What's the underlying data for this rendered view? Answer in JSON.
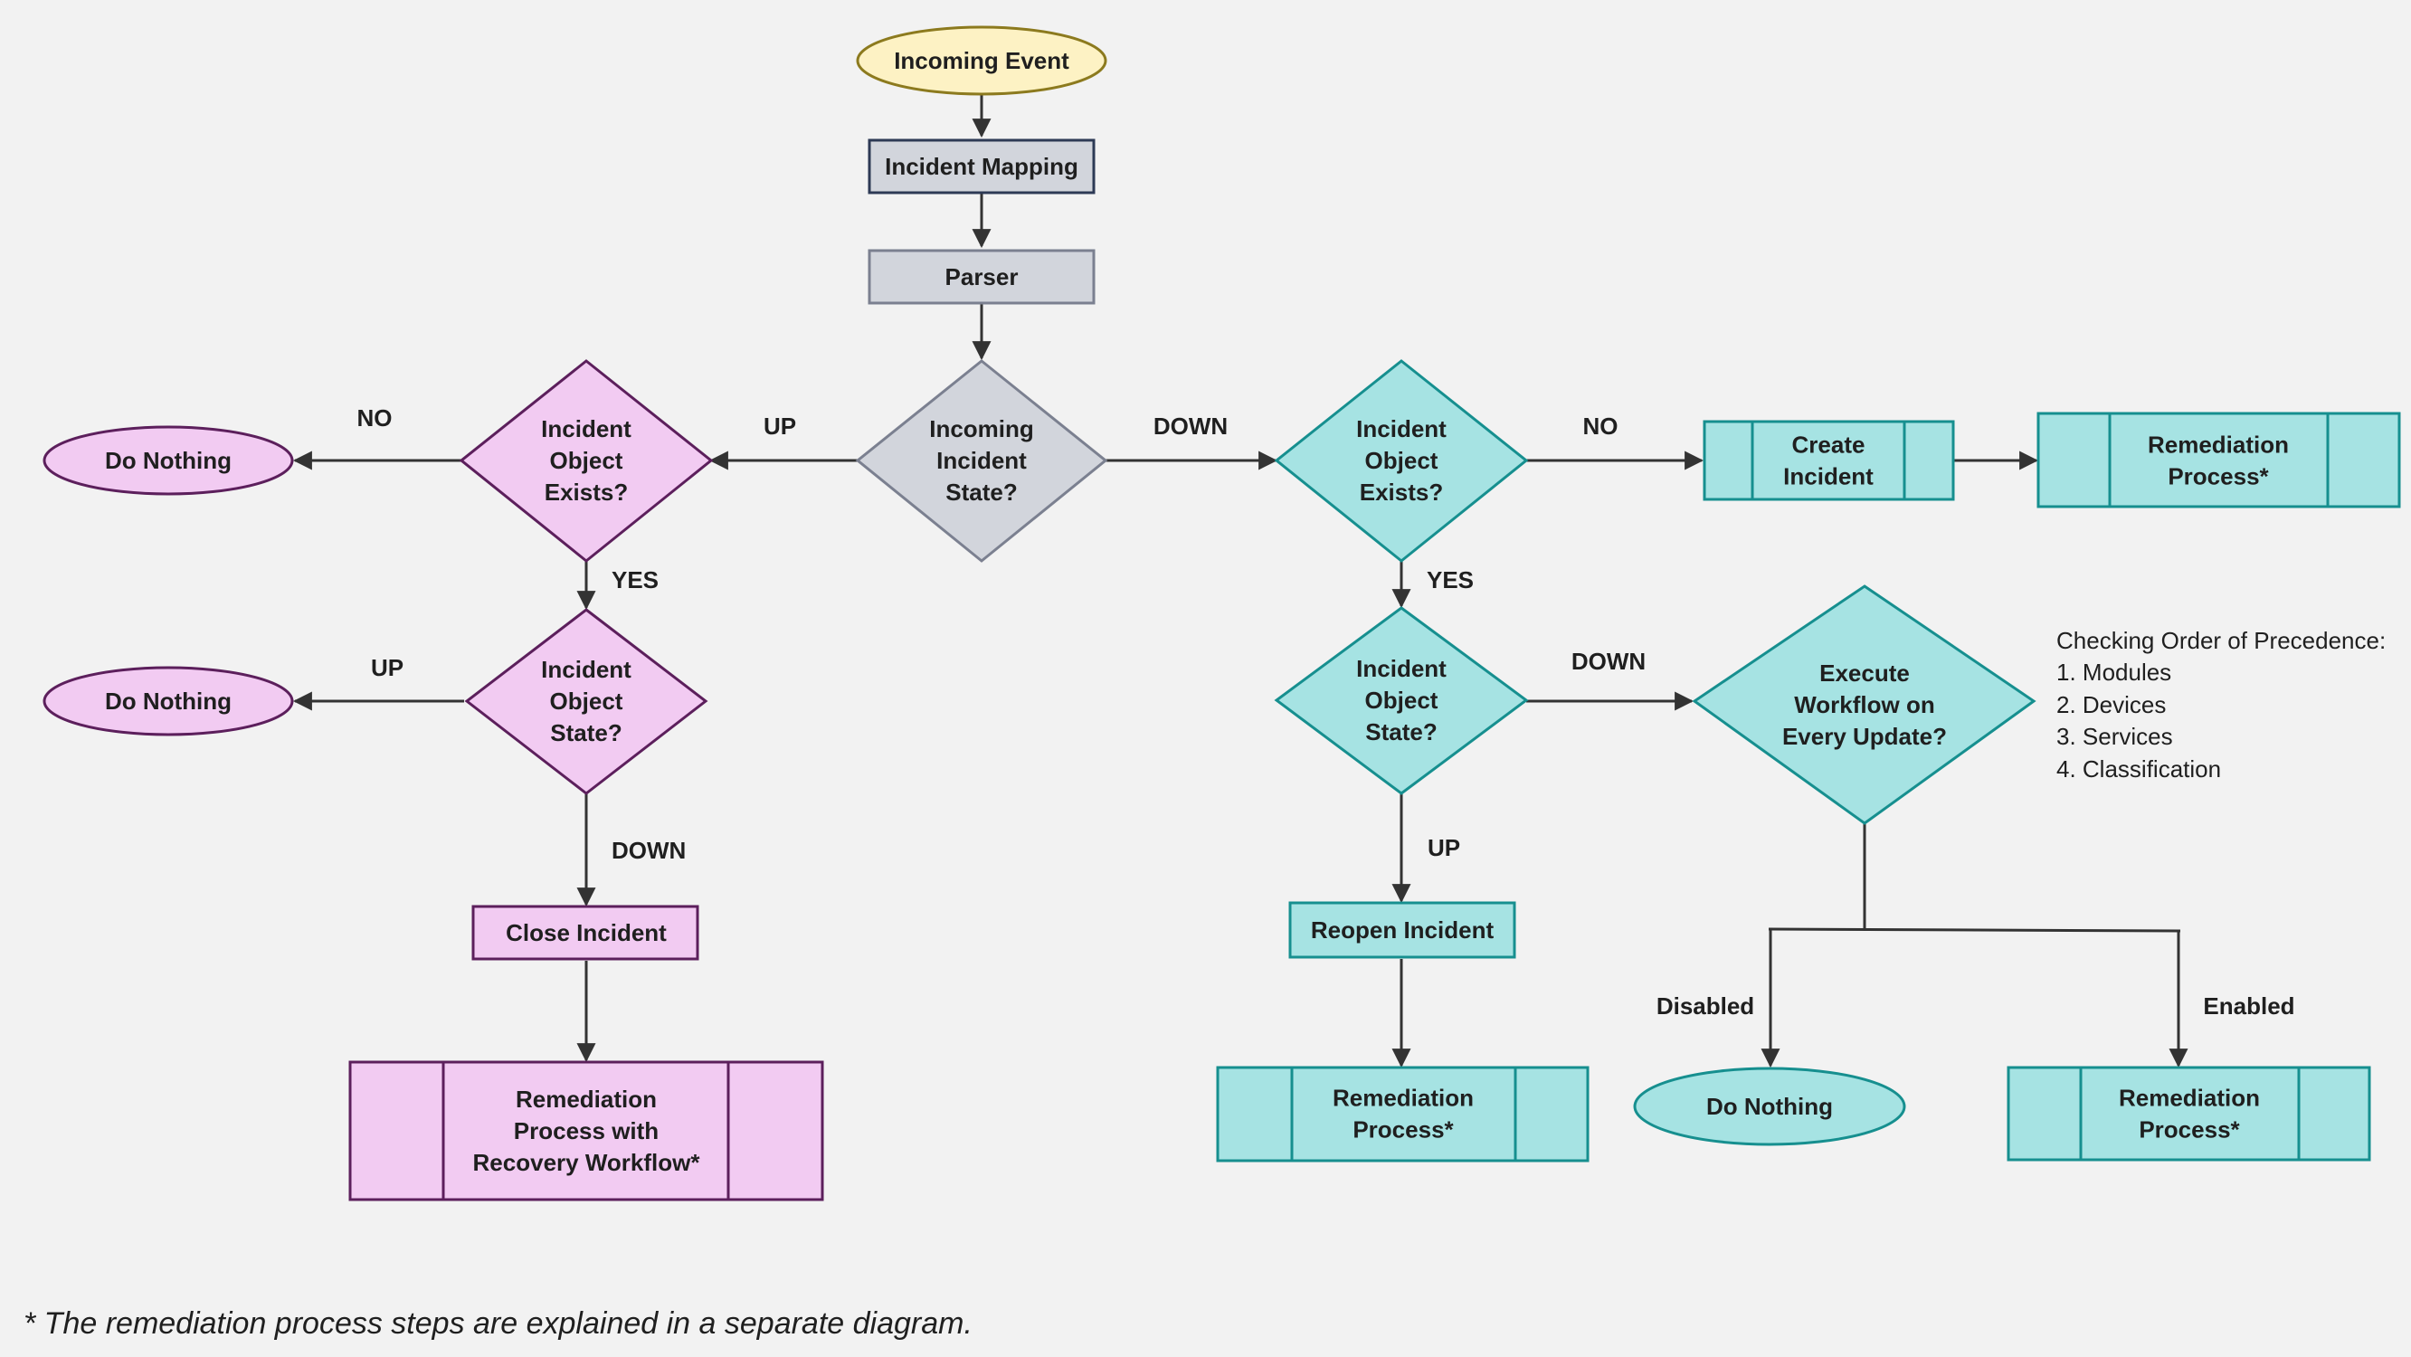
{
  "colors": {
    "yellow_fill": "#fdf2c4",
    "yellow_stroke": "#8c7a1e",
    "gray_fill": "#d2d5dc",
    "gray_stroke": "#2d3a55",
    "pink_fill": "#f2cbf2",
    "pink_stroke": "#5c1f5c",
    "teal_fill": "#a6e3e3",
    "teal_stroke": "#168f8f",
    "edge": "#333333"
  },
  "nodes": {
    "incoming_event": {
      "lines": [
        "Incoming Event"
      ]
    },
    "incident_mapping": {
      "lines": [
        "Incident Mapping"
      ]
    },
    "parser": {
      "lines": [
        "Parser"
      ]
    },
    "incoming_state": {
      "lines": [
        "Incoming",
        "Incident",
        "State?"
      ]
    },
    "left_exists": {
      "lines": [
        "Incident",
        "Object",
        "Exists?"
      ]
    },
    "left_nothing_1": {
      "lines": [
        "Do Nothing"
      ]
    },
    "left_state": {
      "lines": [
        "Incident",
        "Object",
        "State?"
      ]
    },
    "left_nothing_2": {
      "lines": [
        "Do Nothing"
      ]
    },
    "close_incident": {
      "lines": [
        "Close Incident"
      ]
    },
    "left_remediation": {
      "lines": [
        "Remediation",
        "Process with",
        "Recovery Workflow*"
      ]
    },
    "right_exists": {
      "lines": [
        "Incident",
        "Object",
        "Exists?"
      ]
    },
    "create_incident": {
      "lines": [
        "Create",
        "Incident"
      ]
    },
    "right_remediation_top": {
      "lines": [
        "Remediation",
        "Process*"
      ]
    },
    "right_state": {
      "lines": [
        "Incident",
        "Object",
        "State?"
      ]
    },
    "reopen_incident": {
      "lines": [
        "Reopen Incident"
      ]
    },
    "right_remediation_mid": {
      "lines": [
        "Remediation",
        "Process*"
      ]
    },
    "execute_workflow": {
      "lines": [
        "Execute",
        "Workflow on",
        "Every Update?"
      ]
    },
    "right_nothing": {
      "lines": [
        "Do Nothing"
      ]
    },
    "right_remediation_bottom": {
      "lines": [
        "Remediation",
        "Process*"
      ]
    }
  },
  "edge_labels": {
    "up_left": "UP",
    "down_right": "DOWN",
    "no_left": "NO",
    "yes_left": "YES",
    "up_left_state": "UP",
    "down_left_state": "DOWN",
    "no_right": "NO",
    "yes_right": "YES",
    "down_right_state": "DOWN",
    "up_right_state": "UP",
    "disabled": "Disabled",
    "enabled": "Enabled"
  },
  "precedence_note": {
    "title": "Checking Order of Precedence:",
    "items": [
      "1. Modules",
      "2. Devices",
      "3. Services",
      "4. Classification"
    ]
  },
  "footnote": "* The remediation process steps are explained in a separate diagram."
}
